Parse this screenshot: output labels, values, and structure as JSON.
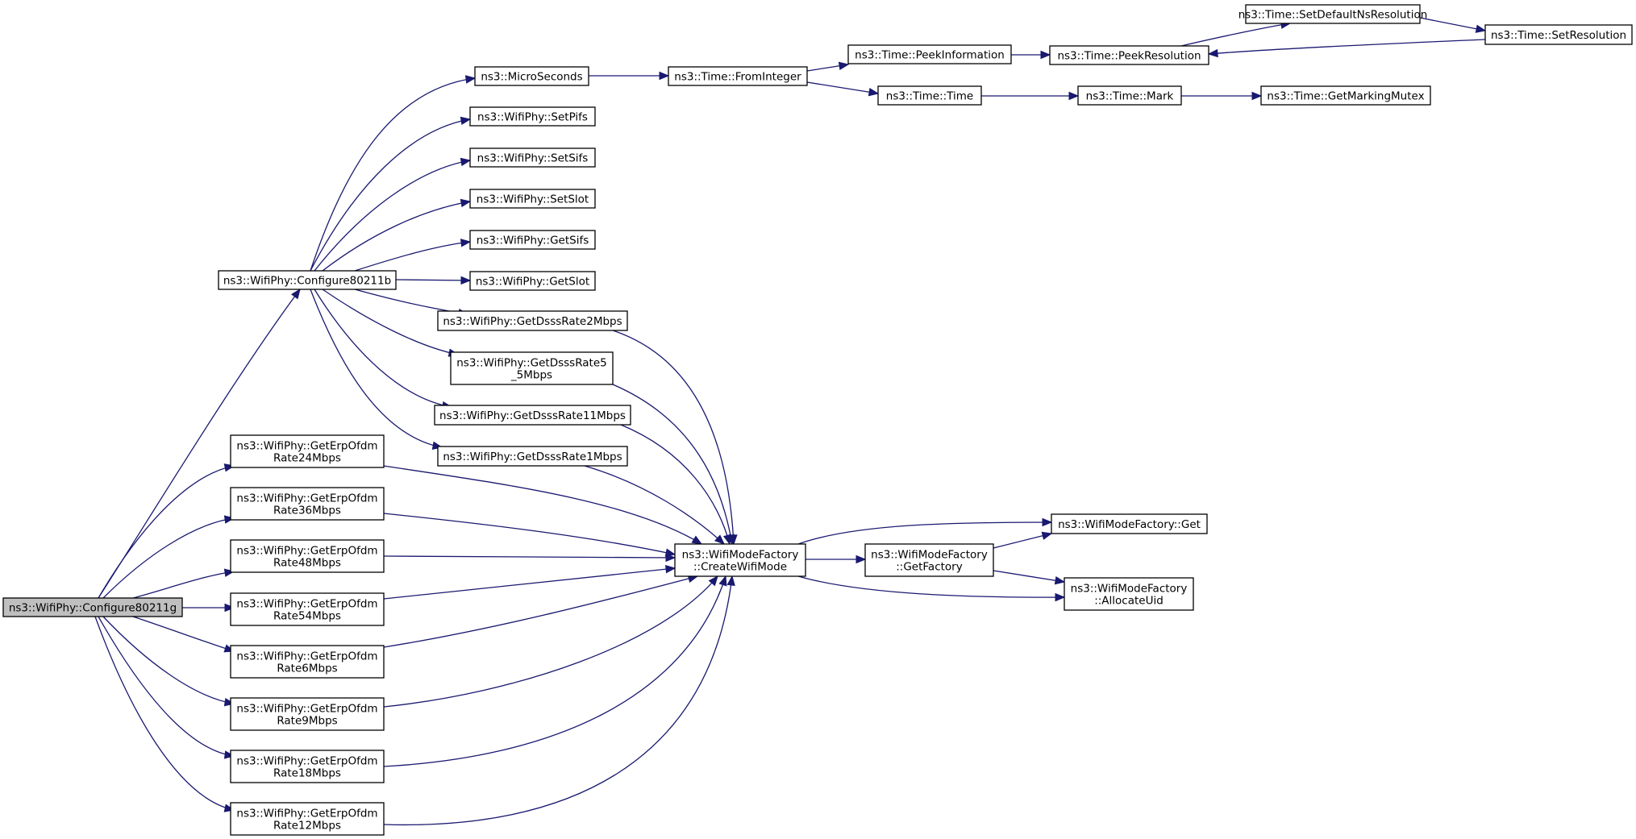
{
  "graph": {
    "nodes": [
      {
        "id": "configure80211g",
        "lines": [
          "ns3::WifiPhy::Configure80211g"
        ],
        "highlighted": true
      },
      {
        "id": "configure80211b",
        "lines": [
          "ns3::WifiPhy::Configure80211b"
        ]
      },
      {
        "id": "microseconds",
        "lines": [
          "ns3::MicroSeconds"
        ]
      },
      {
        "id": "setpifs",
        "lines": [
          "ns3::WifiPhy::SetPifs"
        ]
      },
      {
        "id": "setsifs",
        "lines": [
          "ns3::WifiPhy::SetSifs"
        ]
      },
      {
        "id": "setslot",
        "lines": [
          "ns3::WifiPhy::SetSlot"
        ]
      },
      {
        "id": "getsifs",
        "lines": [
          "ns3::WifiPhy::GetSifs"
        ]
      },
      {
        "id": "getslot",
        "lines": [
          "ns3::WifiPhy::GetSlot"
        ]
      },
      {
        "id": "dsss2",
        "lines": [
          "ns3::WifiPhy::GetDsssRate2Mbps"
        ]
      },
      {
        "id": "dsss55",
        "lines": [
          "ns3::WifiPhy::GetDsssRate5",
          "_5Mbps"
        ]
      },
      {
        "id": "dsss11",
        "lines": [
          "ns3::WifiPhy::GetDsssRate11Mbps"
        ]
      },
      {
        "id": "dsss1",
        "lines": [
          "ns3::WifiPhy::GetDsssRate1Mbps"
        ]
      },
      {
        "id": "erp24",
        "lines": [
          "ns3::WifiPhy::GetErpOfdm",
          "Rate24Mbps"
        ]
      },
      {
        "id": "erp36",
        "lines": [
          "ns3::WifiPhy::GetErpOfdm",
          "Rate36Mbps"
        ]
      },
      {
        "id": "erp48",
        "lines": [
          "ns3::WifiPhy::GetErpOfdm",
          "Rate48Mbps"
        ]
      },
      {
        "id": "erp54",
        "lines": [
          "ns3::WifiPhy::GetErpOfdm",
          "Rate54Mbps"
        ]
      },
      {
        "id": "erp6",
        "lines": [
          "ns3::WifiPhy::GetErpOfdm",
          "Rate6Mbps"
        ]
      },
      {
        "id": "erp9",
        "lines": [
          "ns3::WifiPhy::GetErpOfdm",
          "Rate9Mbps"
        ]
      },
      {
        "id": "erp18",
        "lines": [
          "ns3::WifiPhy::GetErpOfdm",
          "Rate18Mbps"
        ]
      },
      {
        "id": "erp12",
        "lines": [
          "ns3::WifiPhy::GetErpOfdm",
          "Rate12Mbps"
        ]
      },
      {
        "id": "fromint",
        "lines": [
          "ns3::Time::FromInteger"
        ]
      },
      {
        "id": "peekinfo",
        "lines": [
          "ns3::Time::PeekInformation"
        ]
      },
      {
        "id": "peekres",
        "lines": [
          "ns3::Time::PeekResolution"
        ]
      },
      {
        "id": "setdefres",
        "lines": [
          "ns3::Time::SetDefaultNsResolution"
        ]
      },
      {
        "id": "setres",
        "lines": [
          "ns3::Time::SetResolution"
        ]
      },
      {
        "id": "timetime",
        "lines": [
          "ns3::Time::Time"
        ]
      },
      {
        "id": "mark",
        "lines": [
          "ns3::Time::Mark"
        ]
      },
      {
        "id": "mutex",
        "lines": [
          "ns3::Time::GetMarkingMutex"
        ]
      },
      {
        "id": "createwifimode",
        "lines": [
          "ns3::WifiModeFactory",
          "::CreateWifiMode"
        ]
      },
      {
        "id": "getfactory",
        "lines": [
          "ns3::WifiModeFactory",
          "::GetFactory"
        ]
      },
      {
        "id": "wmfget",
        "lines": [
          "ns3::WifiModeFactory::Get"
        ]
      },
      {
        "id": "allocuid",
        "lines": [
          "ns3::WifiModeFactory",
          "::AllocateUid"
        ]
      }
    ],
    "edges": [
      [
        "configure80211g",
        "configure80211b"
      ],
      [
        "configure80211g",
        "erp24"
      ],
      [
        "configure80211g",
        "erp36"
      ],
      [
        "configure80211g",
        "erp48"
      ],
      [
        "configure80211g",
        "erp54"
      ],
      [
        "configure80211g",
        "erp6"
      ],
      [
        "configure80211g",
        "erp9"
      ],
      [
        "configure80211g",
        "erp18"
      ],
      [
        "configure80211g",
        "erp12"
      ],
      [
        "configure80211b",
        "microseconds"
      ],
      [
        "configure80211b",
        "setpifs"
      ],
      [
        "configure80211b",
        "setsifs"
      ],
      [
        "configure80211b",
        "setslot"
      ],
      [
        "configure80211b",
        "getsifs"
      ],
      [
        "configure80211b",
        "getslot"
      ],
      [
        "configure80211b",
        "dsss2"
      ],
      [
        "configure80211b",
        "dsss55"
      ],
      [
        "configure80211b",
        "dsss11"
      ],
      [
        "configure80211b",
        "dsss1"
      ],
      [
        "microseconds",
        "fromint"
      ],
      [
        "fromint",
        "peekinfo"
      ],
      [
        "fromint",
        "timetime"
      ],
      [
        "peekinfo",
        "peekres"
      ],
      [
        "peekres",
        "setdefres"
      ],
      [
        "setdefres",
        "setres"
      ],
      [
        "setres",
        "peekres"
      ],
      [
        "timetime",
        "mark"
      ],
      [
        "mark",
        "mutex"
      ],
      [
        "dsss2",
        "createwifimode"
      ],
      [
        "dsss55",
        "createwifimode"
      ],
      [
        "dsss11",
        "createwifimode"
      ],
      [
        "dsss1",
        "createwifimode"
      ],
      [
        "erp24",
        "createwifimode"
      ],
      [
        "erp36",
        "createwifimode"
      ],
      [
        "erp48",
        "createwifimode"
      ],
      [
        "erp54",
        "createwifimode"
      ],
      [
        "erp6",
        "createwifimode"
      ],
      [
        "erp9",
        "createwifimode"
      ],
      [
        "erp18",
        "createwifimode"
      ],
      [
        "erp12",
        "createwifimode"
      ],
      [
        "createwifimode",
        "wmfget"
      ],
      [
        "createwifimode",
        "getfactory"
      ],
      [
        "createwifimode",
        "allocuid"
      ],
      [
        "getfactory",
        "wmfget"
      ],
      [
        "getfactory",
        "allocuid"
      ]
    ]
  },
  "colors": {
    "edge": "#191970",
    "node_border": "#000000",
    "node_fill": "#ffffff",
    "highlight_fill": "#bfbfbf"
  }
}
